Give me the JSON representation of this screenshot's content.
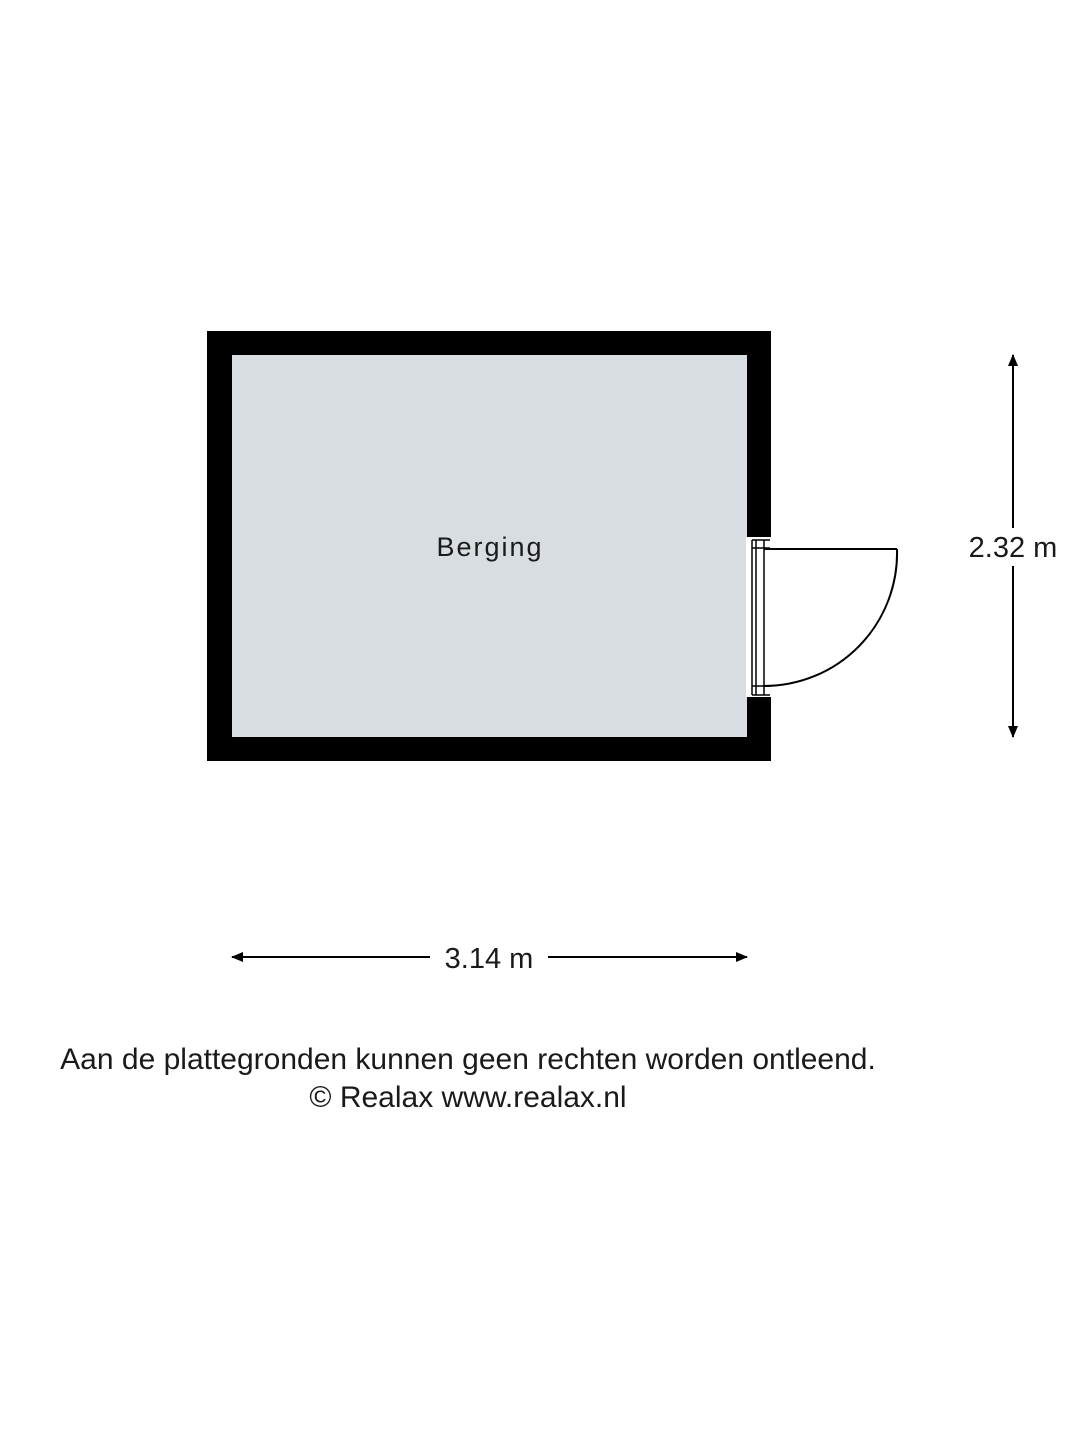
{
  "room": {
    "name": "Berging",
    "fill_color": "#d8dde1",
    "wall_color": "#000000"
  },
  "dimensions": {
    "width_label": "3.14 m",
    "height_label": "2.32 m"
  },
  "footer": {
    "disclaimer": "Aan de plattegronden kunnen geen rechten worden ontleend.",
    "copyright": "© Realax www.realax.nl"
  }
}
